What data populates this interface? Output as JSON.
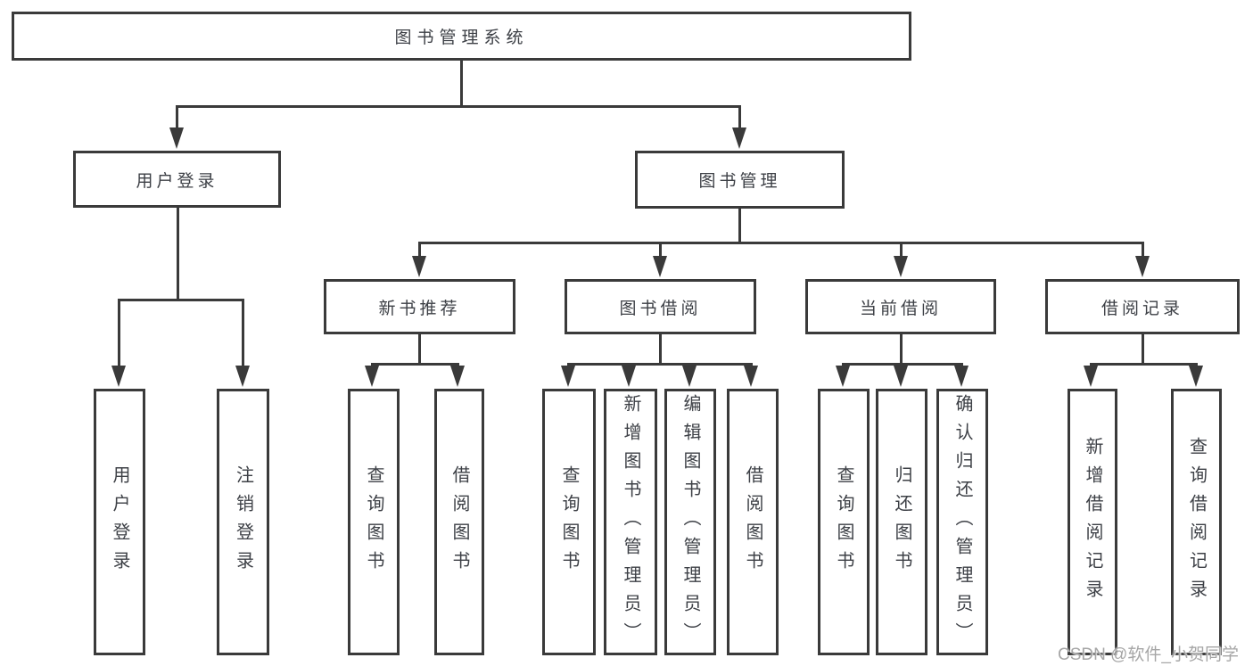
{
  "tree": {
    "root": {
      "label": "图书管理系统",
      "children": [
        {
          "label": "用户登录",
          "children": [
            {
              "label": "用户登录"
            },
            {
              "label": "注销登录"
            }
          ]
        },
        {
          "label": "图书管理",
          "children": [
            {
              "label": "新书推荐",
              "children": [
                {
                  "label": "查询图书"
                },
                {
                  "label": "借阅图书"
                }
              ]
            },
            {
              "label": "图书借阅",
              "children": [
                {
                  "label": "查询图书"
                },
                {
                  "label": "新增图书（管理员）"
                },
                {
                  "label": "编辑图书（管理员）"
                },
                {
                  "label": "借阅图书"
                }
              ]
            },
            {
              "label": "当前借阅",
              "children": [
                {
                  "label": "查询图书"
                },
                {
                  "label": "归还图书"
                },
                {
                  "label": "确认归还（管理员）"
                }
              ]
            },
            {
              "label": "借阅记录",
              "children": [
                {
                  "label": "新增借阅记录"
                },
                {
                  "label": "查询借阅记录"
                }
              ]
            }
          ]
        }
      ]
    }
  },
  "watermark": {
    "text": "CSDN @软件_小贺同学"
  },
  "colors": {
    "line": "#3a3a3a",
    "text": "#3d4046",
    "watermark": "#a6a6a6",
    "background": "#ffffff"
  }
}
